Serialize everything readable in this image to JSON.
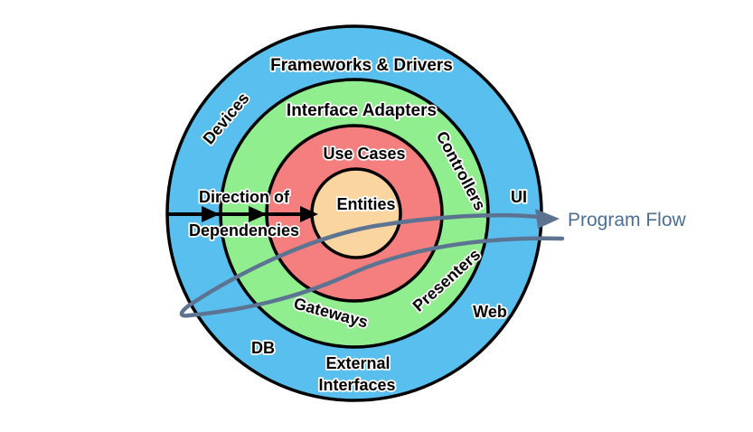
{
  "diagram": {
    "background": "#FFFFFF",
    "rings": [
      {
        "name": "frameworks-drivers",
        "label": "Frameworks & Drivers",
        "color": "#59BFEE"
      },
      {
        "name": "interface-adapters",
        "label": "Interface Adapters",
        "color": "#90EE8E"
      },
      {
        "name": "use-cases",
        "label": "Use Cases",
        "color": "#F57F7F"
      },
      {
        "name": "entities",
        "label": "Entities",
        "color": "#FAD5A0"
      }
    ],
    "outline_color": "#000000",
    "annotations": {
      "devices": "Devices",
      "controllers": "Controllers",
      "presenters": "Presenters",
      "gateways": "Gateways",
      "ui": "UI",
      "web": "Web",
      "db": "DB",
      "external_line1": "External",
      "external_line2": "Interfaces"
    },
    "dependency_arrow": {
      "line1": "Direction of",
      "line2": "Dependencies",
      "color": "#000000"
    },
    "program_flow": {
      "label": "Program Flow",
      "line_color": "#5C7492",
      "text_color": "#4C6E96"
    }
  }
}
